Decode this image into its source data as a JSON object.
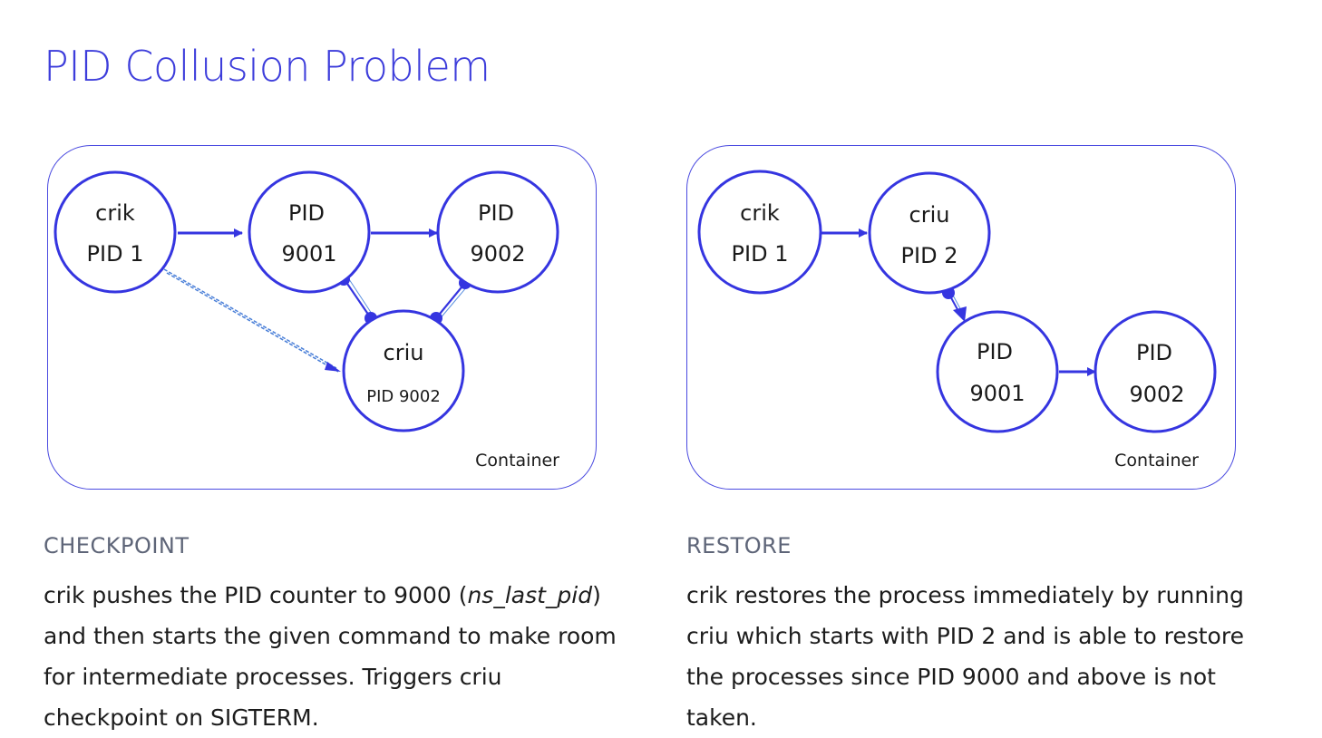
{
  "title": "PID Collusion Problem",
  "colors": {
    "accent": "#3d3ddb",
    "node_stroke": "#3535e0",
    "dashed_link": "#4a7fd8",
    "heading_gray": "#5e6578"
  },
  "checkpoint": {
    "diagram": {
      "container_label": "Container",
      "nodes": {
        "crik": {
          "line1": "crik",
          "line2": "PID 1"
        },
        "p9001": {
          "line1": "PID",
          "line2": "9001"
        },
        "p9002": {
          "line1": "PID",
          "line2": "9002"
        },
        "criu": {
          "line1": "criu",
          "line2": "PID 9002"
        }
      }
    },
    "heading": "CHECKPOINT",
    "body": {
      "part1": "crik pushes the PID counter to 9000 (",
      "italic": "ns_last_pid",
      "part2": ") and then starts the given command to make room for intermediate processes. Triggers criu checkpoint on SIGTERM."
    }
  },
  "restore": {
    "diagram": {
      "container_label": "Container",
      "nodes": {
        "crik": {
          "line1": "crik",
          "line2": "PID 1"
        },
        "criu": {
          "line1": "criu",
          "line2": "PID 2"
        },
        "p9001": {
          "line1": "PID",
          "line2": "9001"
        },
        "p9002": {
          "line1": "PID",
          "line2": "9002"
        }
      }
    },
    "heading": "RESTORE",
    "body": {
      "text": "crik restores the process immediately by running criu which starts with PID 2 and is able to restore the processes since PID 9000 and above is not taken."
    }
  }
}
